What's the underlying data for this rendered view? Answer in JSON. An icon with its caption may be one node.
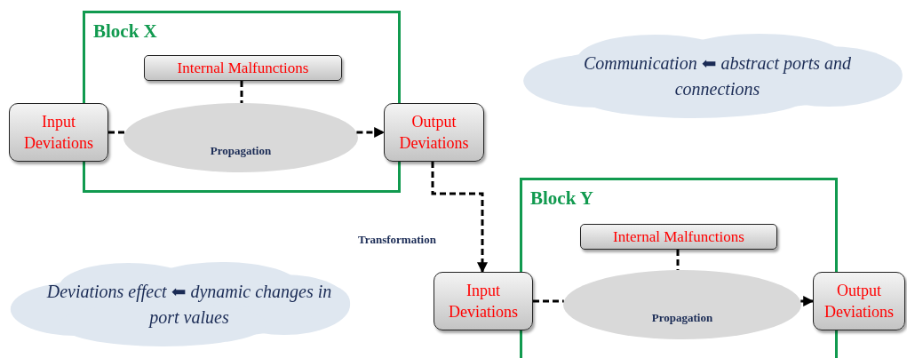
{
  "diagram": {
    "nodes": [
      {
        "text": [
          "Block X"
        ]
      },
      {
        "text": [
          "Internal Malfunctions"
        ],
        "in": 0
      },
      {
        "text": [
          "Propagation"
        ],
        "in": 0
      },
      {
        "text": [
          "Input Deviations"
        ]
      },
      {
        "text": [
          "Output Deviations"
        ]
      },
      {
        "text": [
          "Block Y"
        ]
      },
      {
        "text": [
          "Internal Malfunctions"
        ],
        "in": 5
      },
      {
        "text": [
          "Propagation"
        ],
        "in": 5
      },
      {
        "text": [
          "Input Deviations"
        ]
      },
      {
        "text": [
          "Output Deviations"
        ]
      },
      {
        "text": [
          "Communication ⬅ abstract ports and connections"
        ]
      },
      {
        "text": [
          "Deviations effect ⬅ dynamic changes in port values"
        ]
      }
    ],
    "edges": [
      {
        "from": 3,
        "to": 2,
        "arrow": "none",
        "style": "dashed"
      },
      {
        "from": 2,
        "to": 4,
        "arrow": "to",
        "style": "dashed"
      },
      {
        "from": 1,
        "to": 2,
        "arrow": "none",
        "style": "dashed"
      },
      {
        "from": 4,
        "to": 8,
        "arrow": "to",
        "style": "dashed",
        "label": "Transformation"
      },
      {
        "from": 8,
        "to": 7,
        "arrow": "none",
        "style": "dashed"
      },
      {
        "from": 7,
        "to": 9,
        "arrow": "to",
        "style": "dashed"
      },
      {
        "from": 6,
        "to": 7,
        "arrow": "none",
        "style": "dashed"
      }
    ]
  }
}
